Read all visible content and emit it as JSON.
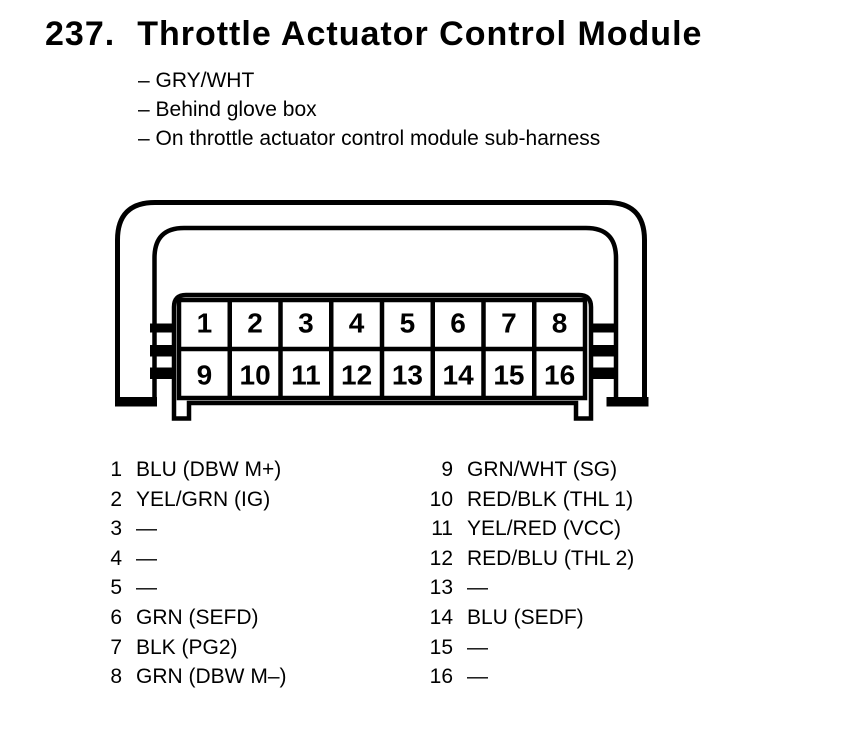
{
  "header": {
    "number": "237.",
    "title": "Throttle Actuator Control Module"
  },
  "notes": [
    "– GRY/WHT",
    "– Behind glove box",
    "– On throttle actuator control module sub-harness"
  ],
  "connector": {
    "pins": [
      "1",
      "2",
      "3",
      "4",
      "5",
      "6",
      "7",
      "8",
      "9",
      "10",
      "11",
      "12",
      "13",
      "14",
      "15",
      "16"
    ]
  },
  "pins": {
    "left": [
      {
        "num": "1",
        "label": "BLU (DBW M+)"
      },
      {
        "num": "2",
        "label": "YEL/GRN (IG)"
      },
      {
        "num": "3",
        "label": "—"
      },
      {
        "num": "4",
        "label": "—"
      },
      {
        "num": "5",
        "label": "—"
      },
      {
        "num": "6",
        "label": "GRN (SEFD)"
      },
      {
        "num": "7",
        "label": "BLK (PG2)"
      },
      {
        "num": "8",
        "label": "GRN (DBW M–)"
      }
    ],
    "right": [
      {
        "num": "9",
        "label": "GRN/WHT (SG)"
      },
      {
        "num": "10",
        "label": "RED/BLK (THL 1)"
      },
      {
        "num": "11",
        "label": "YEL/RED (VCC)"
      },
      {
        "num": "12",
        "label": "RED/BLU (THL 2)"
      },
      {
        "num": "13",
        "label": "—"
      },
      {
        "num": "14",
        "label": "BLU (SEDF)"
      },
      {
        "num": "15",
        "label": "—"
      },
      {
        "num": "16",
        "label": "—"
      }
    ]
  },
  "colors": {
    "ink": "#000000",
    "paper": "#ffffff"
  }
}
